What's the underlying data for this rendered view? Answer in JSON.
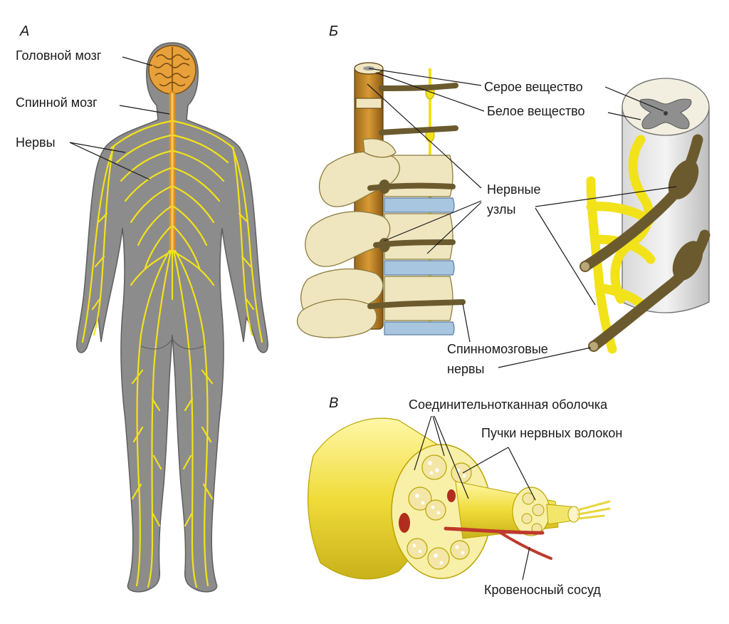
{
  "panels": {
    "a": "А",
    "b": "Б",
    "c": "В"
  },
  "labels": {
    "brain": "Головной мозг",
    "spinal_cord": "Спинной мозг",
    "nerves": "Нервы",
    "gray_matter": "Серое вещество",
    "white_matter": "Белое вещество",
    "ganglia_line1": "Нервные",
    "ganglia_line2": "узлы",
    "spinal_nerves_line1": "Спинномозговые",
    "spinal_nerves_line2": "нервы",
    "connective_sheath": "Соединительнотканная оболочка",
    "fiber_bundles": "Пучки нервных волокон",
    "blood_vessel": "Кровеносный сосуд"
  },
  "colors": {
    "nerve_yellow": "#f2e21a",
    "body_gray": "#8c8c8c",
    "brain_orange": "#e8a13a",
    "bone_cream": "#efe6c0",
    "disc_blue": "#a9c6e0",
    "ganglion_brown": "#6b5a2e",
    "vessel_red": "#c0392b",
    "sheath_yellow": "#f5ea7a"
  }
}
